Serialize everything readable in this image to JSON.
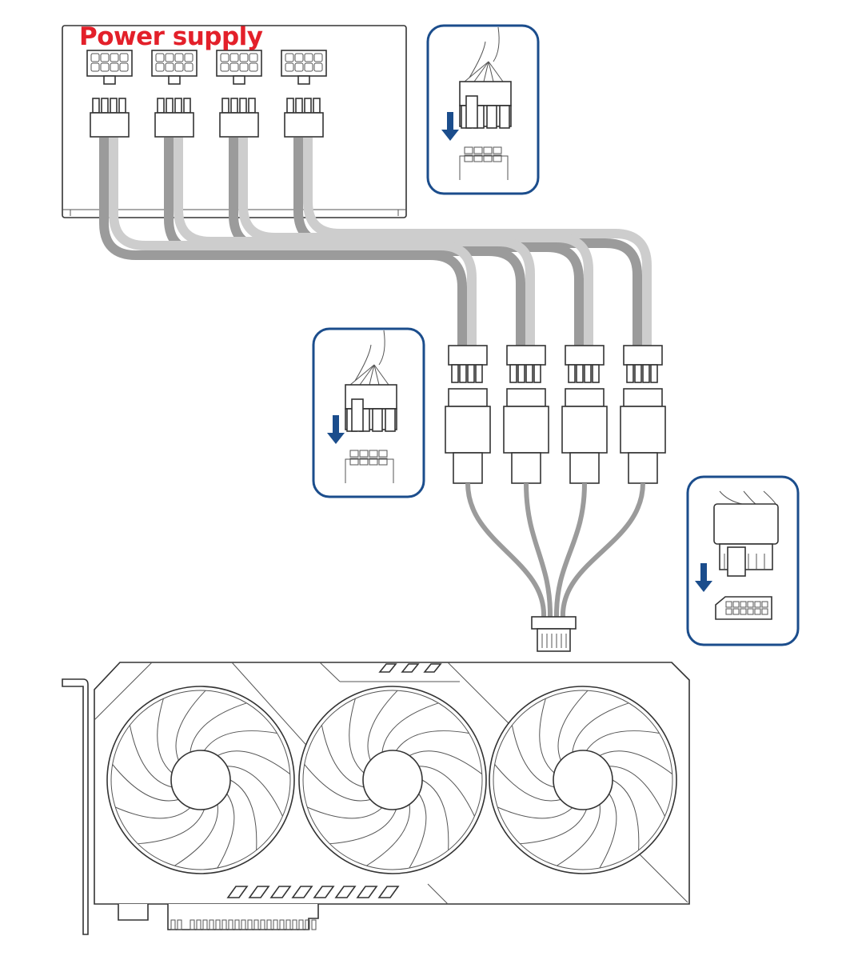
{
  "diagram": {
    "title": "Power supply",
    "colors": {
      "title": "#e3202a",
      "inset_border": "#1b4d8c",
      "arrow": "#1b4d8c",
      "cable_dark": "#9b9b9b",
      "cable_light": "#cdcdcd",
      "outline": "#333333"
    },
    "psu_connector_count": 4,
    "adapter_connector_count": 4,
    "gpu_fan_count": 3,
    "insets": [
      "psu-8pin-plug-inset",
      "adapter-8pin-plug-inset",
      "gpu-12pin-plug-inset"
    ]
  }
}
